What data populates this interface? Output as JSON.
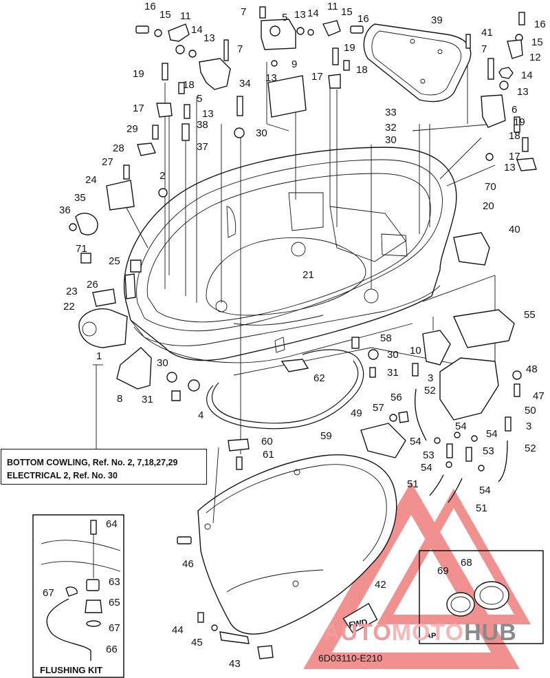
{
  "notes": {
    "line1": "BOTTOM COWLING,  Ref. No. 2, 7,18,27,29",
    "line2": "ELECTRICAL 2,  Ref. No. 30"
  },
  "inset_flushing": {
    "label": "FLUSHING KIT"
  },
  "inset_ap": {
    "label": "AP"
  },
  "fwd_label": "FWD",
  "diagram_code": "6D03110-E210",
  "watermark": {
    "part1": "AUTO",
    "part2": "MOTO",
    "part3": "HUB"
  },
  "colors": {
    "line": "#111111",
    "watermark_red": "#e53935",
    "watermark_gray": "#8a8a8a"
  },
  "callouts": {
    "n16a": "16",
    "n15a": "15",
    "n11a": "11",
    "n14a": "14",
    "n13a": "13",
    "n7a": "7",
    "n5a": "5",
    "n13b": "13",
    "n14b": "14",
    "n11b": "11",
    "n15b": "15",
    "n16b": "16",
    "n39": "39",
    "n41": "41",
    "n16c": "16",
    "n15c": "15",
    "n12": "12",
    "n19a": "19",
    "n18a": "18",
    "n5b": "5",
    "n9": "9",
    "n13c": "13",
    "n19b": "19",
    "n18b": "18",
    "n17a": "17",
    "n7b": "7",
    "n7c": "7",
    "n14c": "14",
    "n13d": "13",
    "n6": "6",
    "n34": "34",
    "n17b": "17",
    "n13e": "13",
    "n38": "38",
    "n33": "33",
    "n32": "32",
    "n30a": "30",
    "n29": "29",
    "n37": "37",
    "n30b": "30",
    "n28": "28",
    "n19c": "19",
    "n18c": "18",
    "n17c": "17",
    "n13f": "13",
    "n27": "27",
    "n2": "2",
    "n70": "70",
    "n24": "24",
    "n35": "35",
    "n20": "20",
    "n36": "36",
    "n40": "40",
    "n71": "71",
    "n25": "25",
    "n21": "21",
    "n23": "23",
    "n26": "26",
    "n22": "22",
    "n55": "55",
    "n58": "58",
    "n10": "10",
    "n30c": "30",
    "n30d": "30",
    "n48": "48",
    "n1": "1",
    "n62": "62",
    "n31a": "31",
    "n3a": "3",
    "n47": "47",
    "n8": "8",
    "n31b": "31",
    "n52a": "52",
    "n56": "56",
    "n57": "57",
    "n50": "50",
    "n4": "4",
    "n49": "49",
    "n3b": "3",
    "n59": "59",
    "n54a": "54",
    "n54b": "54",
    "n60": "60",
    "n54c": "54",
    "n53a": "53",
    "n53b": "53",
    "n52b": "52",
    "n61": "61",
    "n54d": "54",
    "n51a": "51",
    "n54e": "54",
    "n51b": "51",
    "n64": "64",
    "n46": "46",
    "n42": "42",
    "n68": "68",
    "n69": "69",
    "n63": "63",
    "n67a": "67",
    "n65": "65",
    "n67b": "67",
    "n44": "44",
    "n45": "45",
    "n66": "66",
    "n43": "43"
  }
}
